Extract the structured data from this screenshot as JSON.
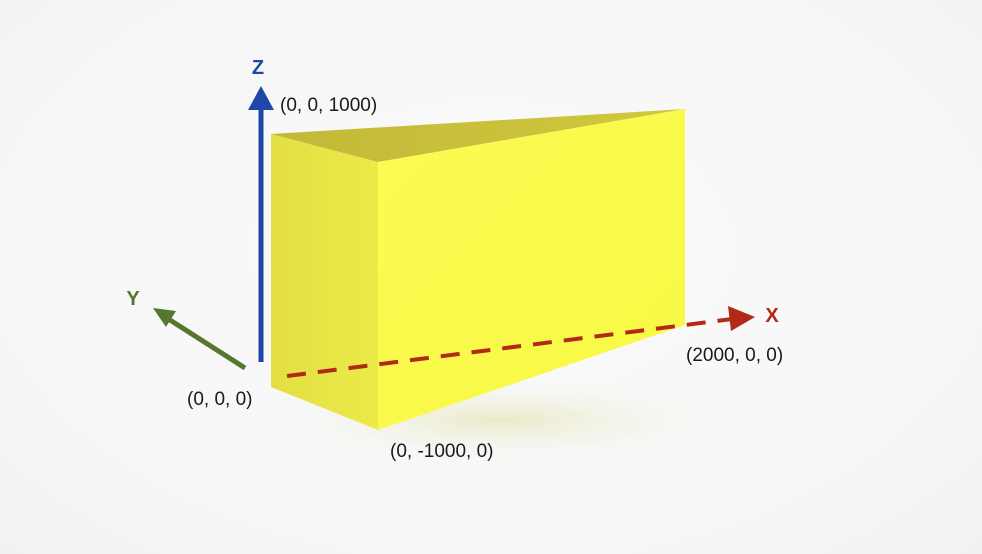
{
  "axes": {
    "x": {
      "name": "X",
      "color": "#b02a17"
    },
    "y": {
      "name": "Y",
      "color": "#55772f"
    },
    "z": {
      "name": "Z",
      "color": "#1f47a8"
    }
  },
  "points": {
    "origin": "(0, 0, 0)",
    "z_top": "(0, 0, 1000)",
    "x_end": "(2000, 0, 0)",
    "y_neg": "(0, -1000, 0)"
  },
  "colors": {
    "solid_front": "#fafa48",
    "solid_side": "#e8e445",
    "solid_top": "#c6be3a",
    "shadow": "#e4e4b8"
  }
}
